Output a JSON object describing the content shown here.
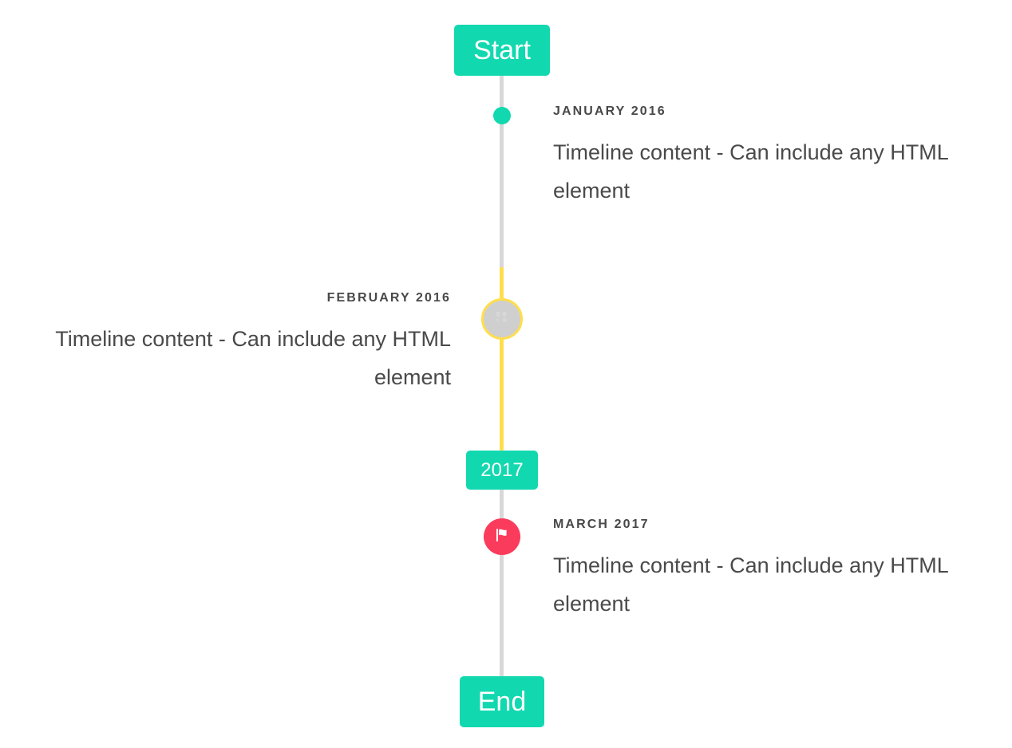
{
  "component": {
    "name": "vertical-timeline",
    "background": "#ffffff",
    "accent_teal": "#12d8b0",
    "accent_yellow": "#ffde4d",
    "accent_pink": "#fb3b5c",
    "line_gray": "#d8d8d8"
  },
  "caps": {
    "start": {
      "label": "Start",
      "color": "#12d8b0"
    },
    "middle": {
      "label": "2017",
      "color": "#12d8b0"
    },
    "end": {
      "label": "End",
      "color": "#12d8b0"
    }
  },
  "entries": [
    {
      "date": "JANUARY 2016",
      "body": "Timeline content - Can include any HTML element",
      "side": "right",
      "marker": {
        "icon": "filled-dot-icon",
        "style": "dot",
        "color": "#12d8b0"
      }
    },
    {
      "date": "FEBRUARY 2016",
      "body": "Timeline content - Can include any HTML element",
      "side": "left",
      "marker": {
        "icon": "placeholder-glyph-icon",
        "style": "ring",
        "fill": "#cfcfcf",
        "border": "#ffde4d"
      }
    },
    {
      "date": "MARCH 2017",
      "body": "Timeline content - Can include any HTML element",
      "side": "right",
      "marker": {
        "icon": "flag-icon",
        "style": "badge",
        "color": "#fb3b5c"
      }
    }
  ]
}
